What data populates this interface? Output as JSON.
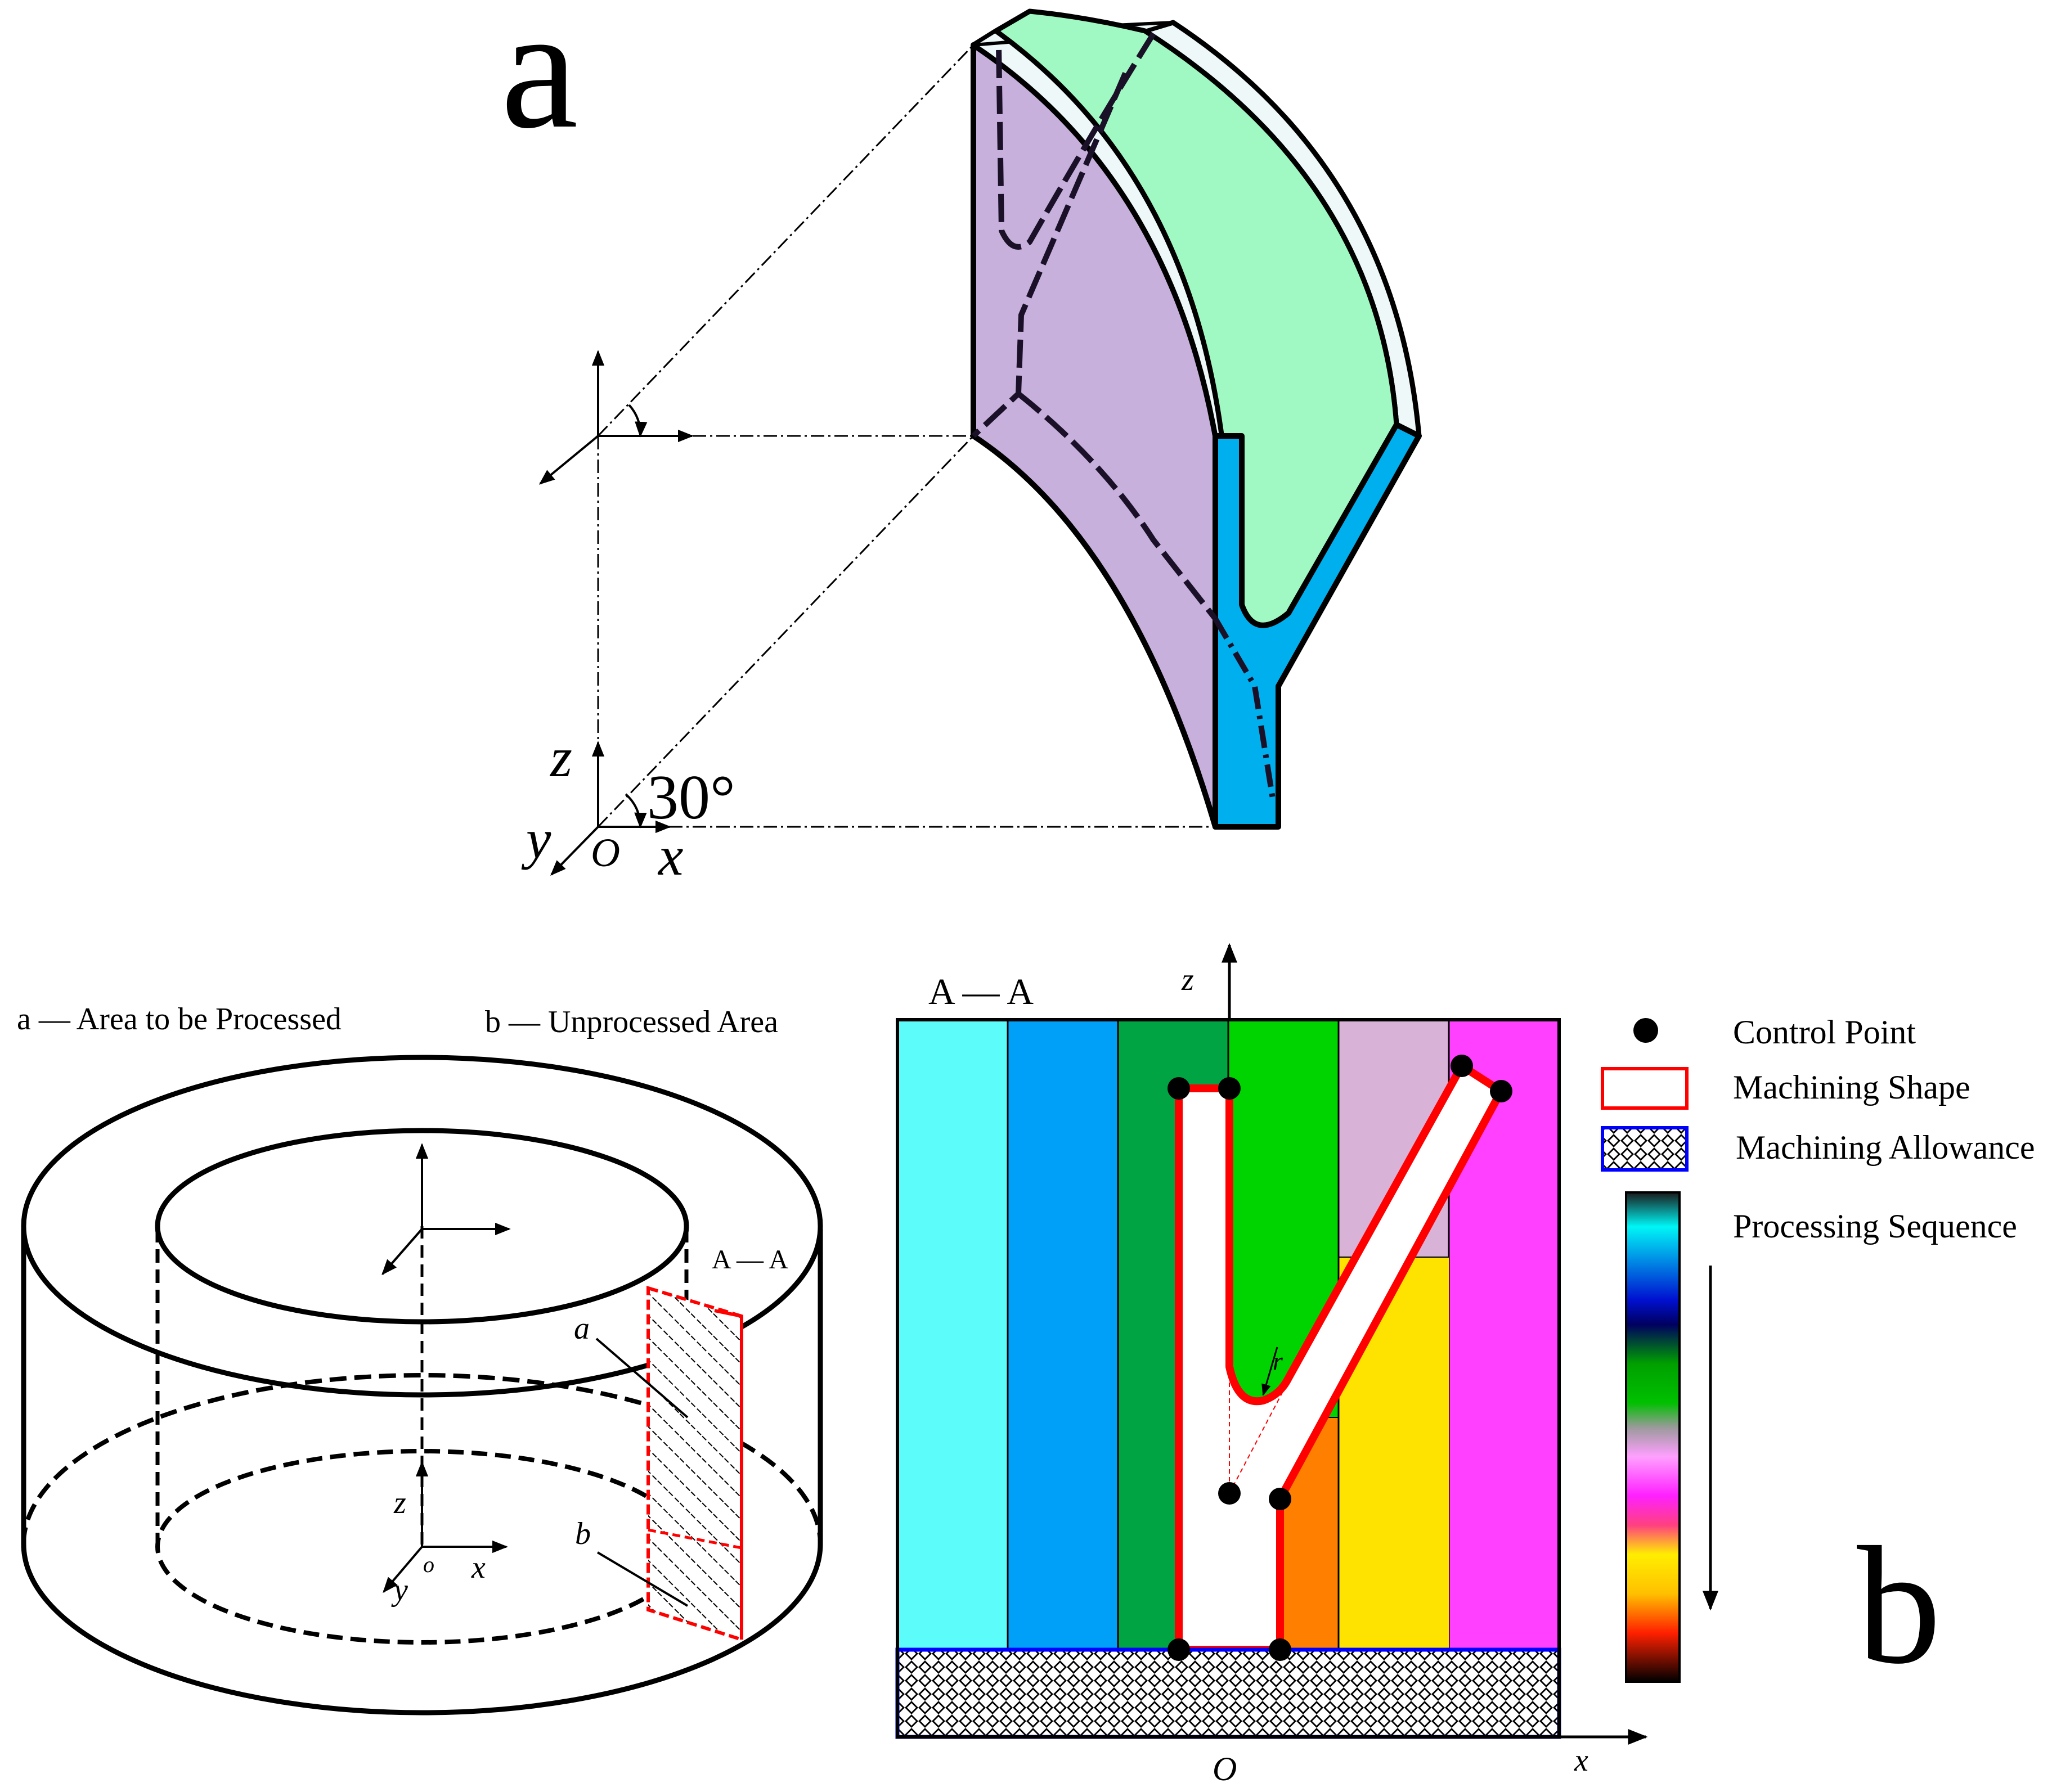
{
  "panel_a": {
    "label": "a",
    "angle_label": "30°",
    "axes": {
      "z": "z",
      "y": "y",
      "x": "x",
      "origin": "O"
    }
  },
  "panel_b": {
    "label": "b",
    "legend_a": "a — Area to be Processed",
    "legend_b": "b — Unprocessed Area",
    "cut_label": "A — A",
    "marker_a": "a",
    "marker_b": "b",
    "axes": {
      "z": "z",
      "y": "y",
      "x": "x",
      "origin": "o"
    }
  },
  "section": {
    "title": "A — A",
    "z_label": "z",
    "x_label": "x",
    "origin": "O",
    "radius_label": "r",
    "strip_colors": [
      "#5cfcfb",
      "#00a0f8",
      "#00a442",
      "#00d400",
      "#d9b2d8",
      "#ff40fe"
    ],
    "lower_colors": [
      "#ff8000",
      "#ffe300"
    ]
  },
  "legend": {
    "control_point": "Control Point",
    "machining_shape": "Machining Shape",
    "machining_allowance": "Machining Allowance",
    "processing_sequence": "Processing Sequence",
    "shape_color": "#ff0000",
    "allowance_color": "#0000ff"
  },
  "colors": {
    "purple_face": "#c7b0dc",
    "green_face": "#a0f9c2",
    "blue_face": "#00b0ee",
    "light_face": "#eef8f8"
  }
}
